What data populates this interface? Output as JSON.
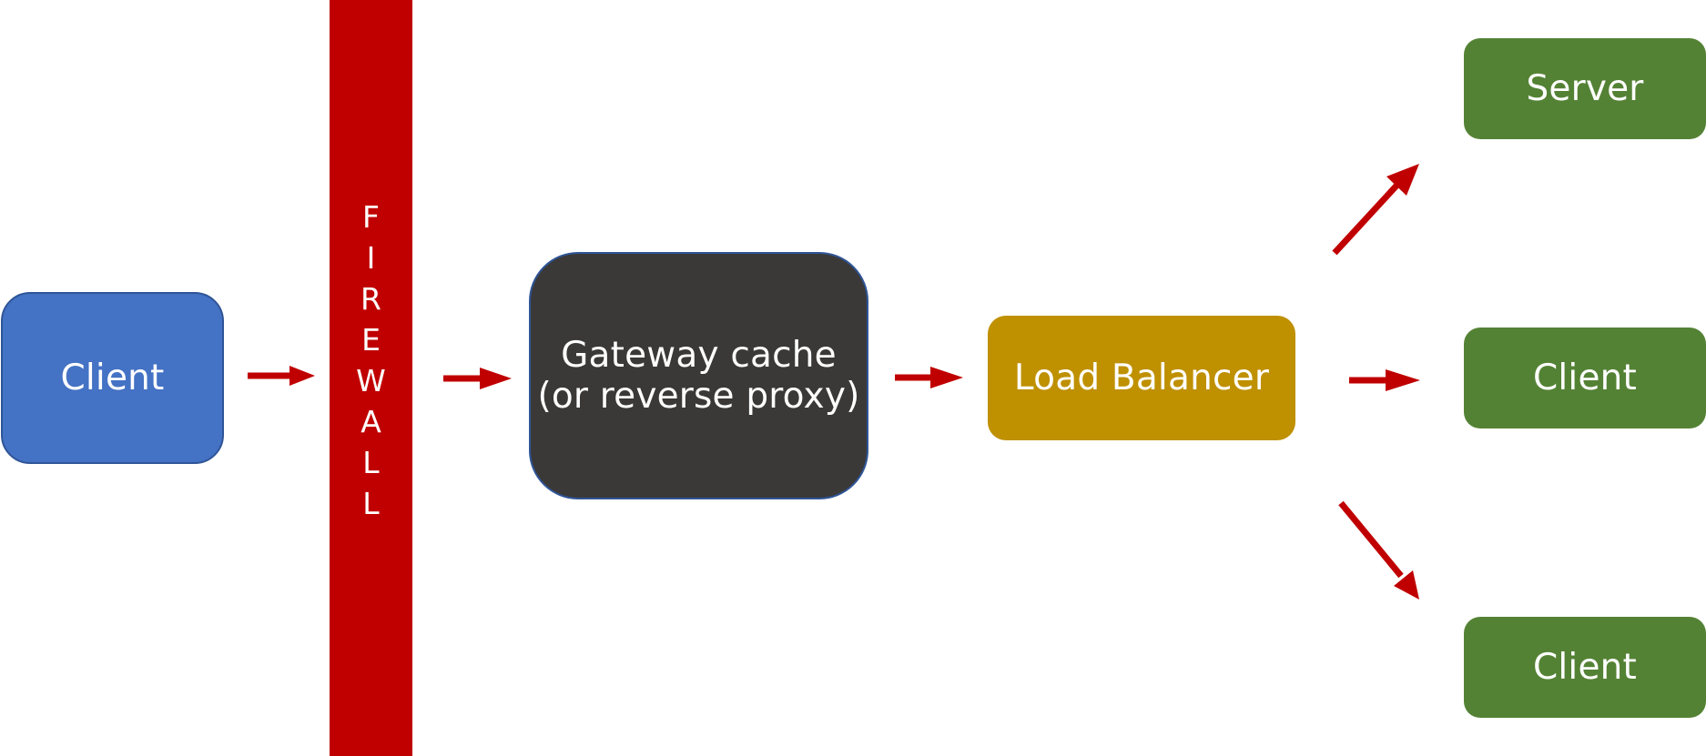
{
  "colors": {
    "background": "#ffffff",
    "arrow": "#c00000",
    "firewall": "#c00000",
    "client_left": "#4472c4",
    "gateway": "#3a3938",
    "load_balancer": "#bf9000",
    "right_nodes": "#548235",
    "text": "#ffffff"
  },
  "nodes": {
    "client_left": "Client",
    "firewall": "FIREWALL",
    "gateway": "Gateway cache\n(or reverse proxy)",
    "load_balancer": "Load Balancer",
    "server_top": "Server",
    "client_mid": "Client",
    "client_bottom": "Client"
  },
  "icons": {
    "arrow": "arrow-right-icon"
  }
}
